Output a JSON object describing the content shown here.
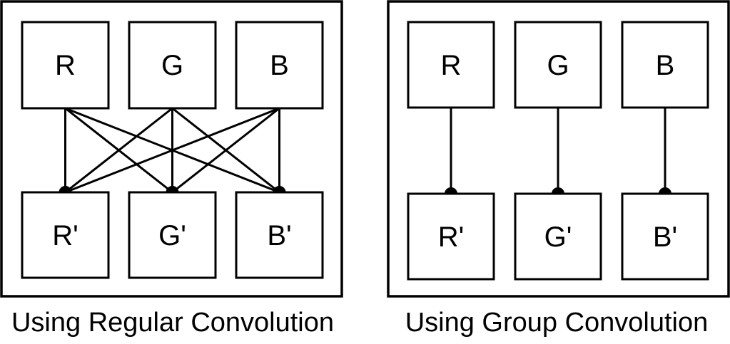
{
  "figure": {
    "background_color": "#ffffff",
    "line_color": "#000000",
    "description": "Comparison of channel connectivity in regular vs group convolution"
  },
  "panels": [
    {
      "caption": "Using Regular Convolution",
      "top_nodes": [
        "R",
        "G",
        "B"
      ],
      "bottom_nodes": [
        "R'",
        "G'",
        "B'"
      ],
      "connection_type": "all-to-all",
      "edges": [
        {
          "from": "R",
          "to": "R'"
        },
        {
          "from": "R",
          "to": "G'"
        },
        {
          "from": "R",
          "to": "B'"
        },
        {
          "from": "G",
          "to": "R'"
        },
        {
          "from": "G",
          "to": "G'"
        },
        {
          "from": "G",
          "to": "B'"
        },
        {
          "from": "B",
          "to": "R'"
        },
        {
          "from": "B",
          "to": "G'"
        },
        {
          "from": "B",
          "to": "B'"
        }
      ]
    },
    {
      "caption": "Using Group Convolution",
      "top_nodes": [
        "R",
        "G",
        "B"
      ],
      "bottom_nodes": [
        "R'",
        "G'",
        "B'"
      ],
      "connection_type": "one-to-one",
      "edges": [
        {
          "from": "R",
          "to": "R'"
        },
        {
          "from": "G",
          "to": "G'"
        },
        {
          "from": "B",
          "to": "B'"
        }
      ]
    }
  ]
}
